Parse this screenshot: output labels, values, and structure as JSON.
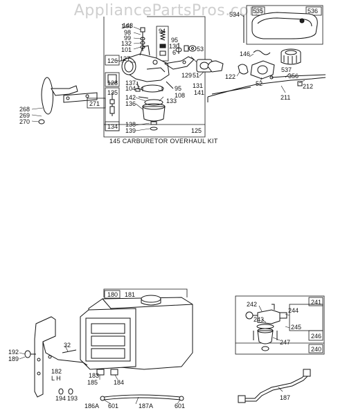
{
  "watermark": "AppliancePartsPros.com",
  "kit_caption": "145 CARBURETOR OVERHAUL KIT",
  "carburetor": {
    "labels": {
      "p143": "143",
      "p144": "144",
      "p98": "98",
      "p99": "99",
      "p132": "132",
      "p101": "101",
      "p94": "94",
      "p95a": "95",
      "p130": "130",
      "p6": "6",
      "p53": "53",
      "p126": "126",
      "p127": "127",
      "p129": "129",
      "p51": "51",
      "p128": "128",
      "p137": "137",
      "p104": "104",
      "p95b": "95",
      "p108": "108",
      "p131": "131",
      "p141": "141",
      "p142": "142",
      "p133": "133",
      "p136": "136",
      "p135": "135",
      "p134": "134",
      "p138": "138",
      "p139": "139",
      "p125": "125",
      "p268": "268",
      "p269": "269",
      "p270": "270",
      "p271": "271"
    }
  },
  "air_cleaner": {
    "labels": {
      "p534": "534",
      "p535": "535",
      "p536": "536",
      "p146": "146",
      "p537": "537",
      "p122": "122",
      "p52": "52",
      "p356": "356",
      "p212": "212",
      "p211": "211"
    }
  },
  "fuel_tank": {
    "labels": {
      "p180": "180",
      "p181": "181",
      "p192": "192",
      "p189": "189",
      "p32": "32",
      "p182": "182",
      "p182b": "L H",
      "p183": "183",
      "p185": "185",
      "p184": "184",
      "p194": "194",
      "p193": "193",
      "p186a": "186A",
      "p601a": "601",
      "p187a": "187A",
      "p601b": "601"
    }
  },
  "fuel_valve": {
    "labels": {
      "p241": "241",
      "p242": "242",
      "p244": "244",
      "p243": "243",
      "p245": "245",
      "p246": "246",
      "p247": "247",
      "p240": "240",
      "p187": "187"
    }
  }
}
